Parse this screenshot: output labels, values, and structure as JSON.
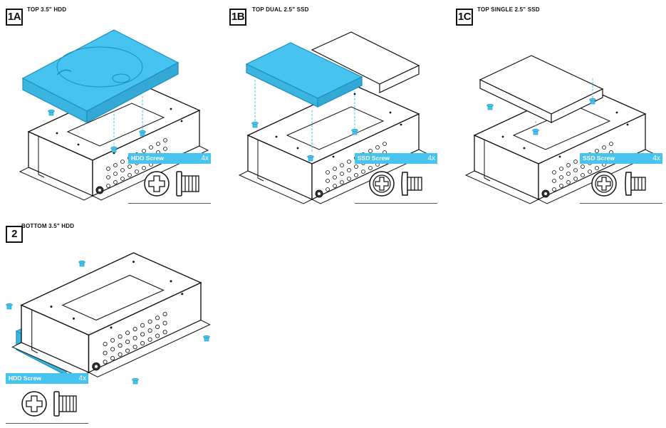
{
  "colors": {
    "accent": "#46c3ee",
    "line": "#111111",
    "drive_stroke": "#1a8fc0"
  },
  "panels": [
    {
      "id": "1A",
      "badge": "1A",
      "title": "TOP 3.5\" HDD",
      "screw_label": "HDD Screw",
      "screw_qty": "4x",
      "screw_type": "hdd-screw"
    },
    {
      "id": "1B",
      "badge": "1B",
      "title": "TOP DUAL 2.5\" SSD",
      "screw_label": "SSD Screw",
      "screw_qty": "4x",
      "screw_type": "ssd-screw"
    },
    {
      "id": "1C",
      "badge": "1C",
      "title": "TOP SINGLE 2.5\" SSD",
      "screw_label": "SSD Screw",
      "screw_qty": "4x",
      "screw_type": "ssd-screw"
    },
    {
      "id": "2",
      "badge": "2",
      "title": "BOTTOM 3.5\" HDD",
      "screw_label": "HDD Screw",
      "screw_qty": "4x",
      "screw_type": "hdd-screw"
    }
  ]
}
